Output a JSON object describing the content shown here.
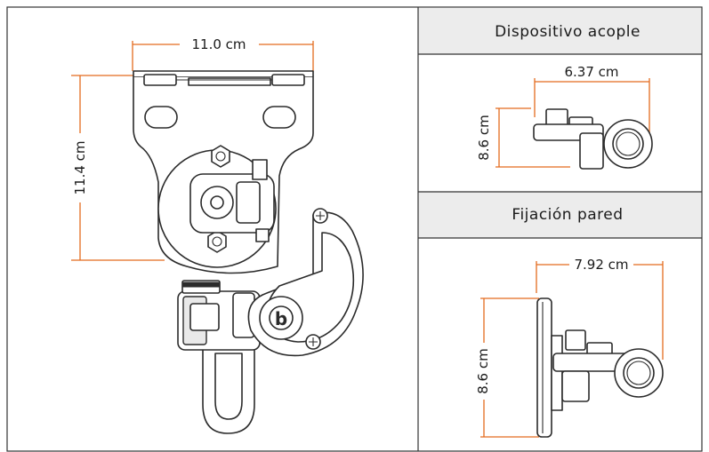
{
  "main_view": {
    "width_label": "11.0 cm",
    "height_label": "11.4 cm"
  },
  "coupling_device": {
    "title": "Dispositivo acople",
    "width_label": "6.37 cm",
    "height_label": "8.6 cm"
  },
  "wall_mount": {
    "title": "Fijación pared",
    "width_label": "7.92 cm",
    "height_label": "8.6 cm"
  },
  "colors": {
    "dimension_lines": "#e36b1e",
    "header_background": "#ececec",
    "outline": "#2b2b2b"
  }
}
